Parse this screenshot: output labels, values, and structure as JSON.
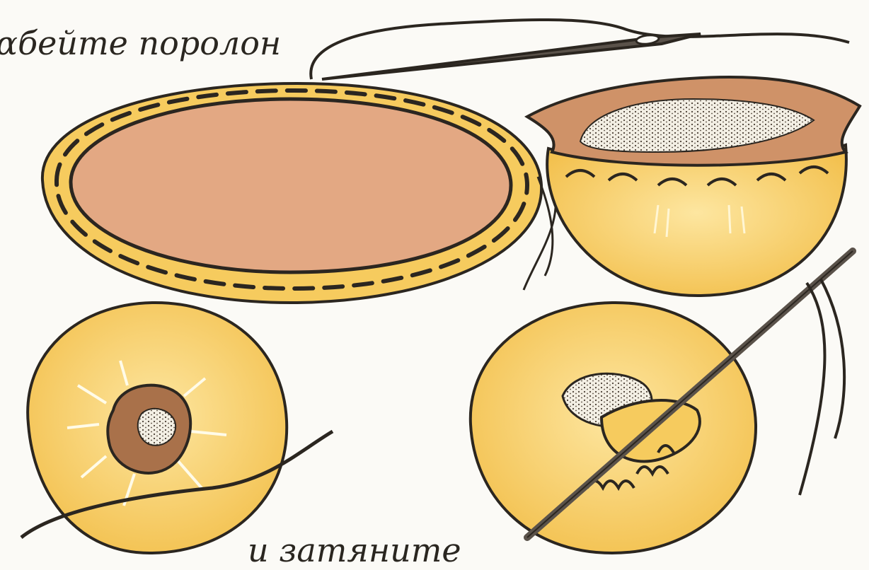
{
  "captions": {
    "top": "αбейте поролон",
    "bottom": "и затяните"
  },
  "colors": {
    "fabric_yellow": "#f6c85a",
    "fabric_light": "#fbdc88",
    "oval_pink": "#e3a883",
    "inner_brown": "#c98a5f",
    "stuffing": "#f1ece0",
    "ink": "#2b2620"
  },
  "panels": [
    {
      "name": "oval-fabric-with-running-stitch"
    },
    {
      "name": "gathered-fabric-with-stuffing"
    },
    {
      "name": "gathered-circle-tightened"
    },
    {
      "name": "needle-sewing-gathers"
    }
  ]
}
